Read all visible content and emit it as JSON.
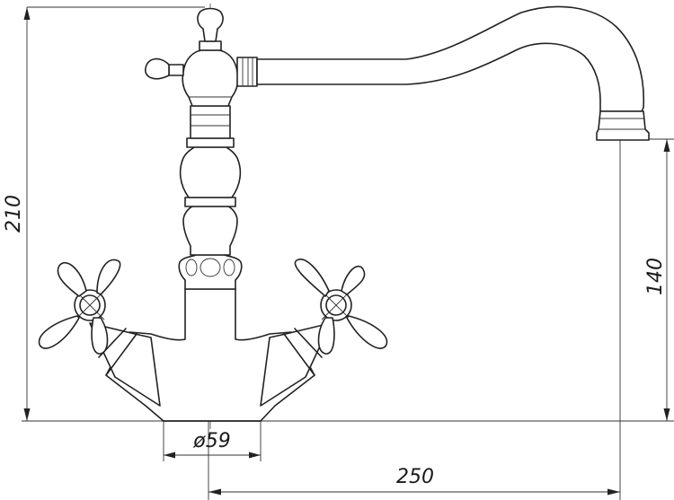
{
  "drawing": {
    "subject": "kitchen-faucet-dimension-drawing"
  },
  "dimensions": {
    "total_height": "210",
    "spout_height": "140",
    "spout_reach": "250",
    "base_diameter": "ø59"
  }
}
